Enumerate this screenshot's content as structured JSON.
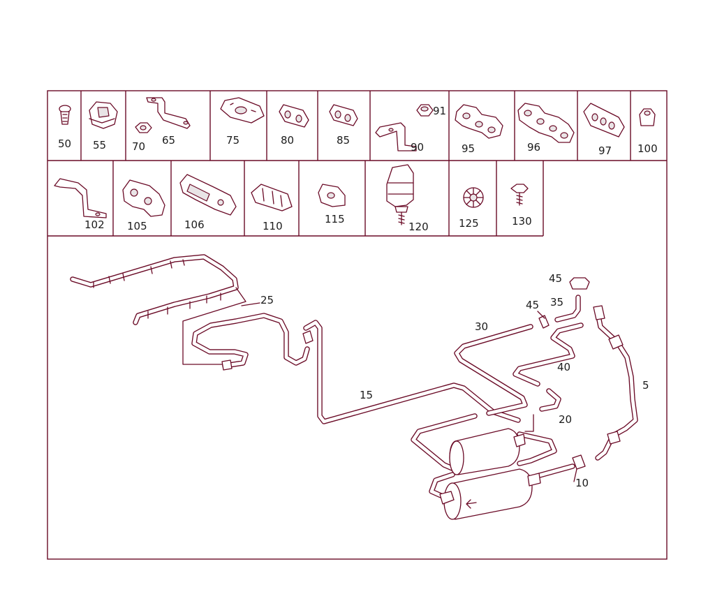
{
  "catalog": {
    "row1": [
      {
        "no": "50"
      },
      {
        "no": "55"
      },
      {
        "no": "70"
      },
      {
        "no": "65"
      },
      {
        "no": "75"
      },
      {
        "no": "80"
      },
      {
        "no": "85"
      },
      {
        "no": "91"
      },
      {
        "no": "90"
      },
      {
        "no": "95"
      },
      {
        "no": "96"
      },
      {
        "no": "97"
      },
      {
        "no": "100"
      }
    ],
    "row2": [
      {
        "no": "102"
      },
      {
        "no": "105"
      },
      {
        "no": "106"
      },
      {
        "no": "110"
      },
      {
        "no": "115"
      },
      {
        "no": "120"
      },
      {
        "no": "125"
      },
      {
        "no": "130"
      }
    ]
  },
  "callouts": [
    {
      "no": "25"
    },
    {
      "no": "15"
    },
    {
      "no": "30"
    },
    {
      "no": "45"
    },
    {
      "no": "45"
    },
    {
      "no": "35"
    },
    {
      "no": "40"
    },
    {
      "no": "20"
    },
    {
      "no": "5"
    },
    {
      "no": "10"
    }
  ],
  "colors": {
    "line": "#6a0a26",
    "text": "#1b1b1b",
    "background": "#ffffff"
  }
}
